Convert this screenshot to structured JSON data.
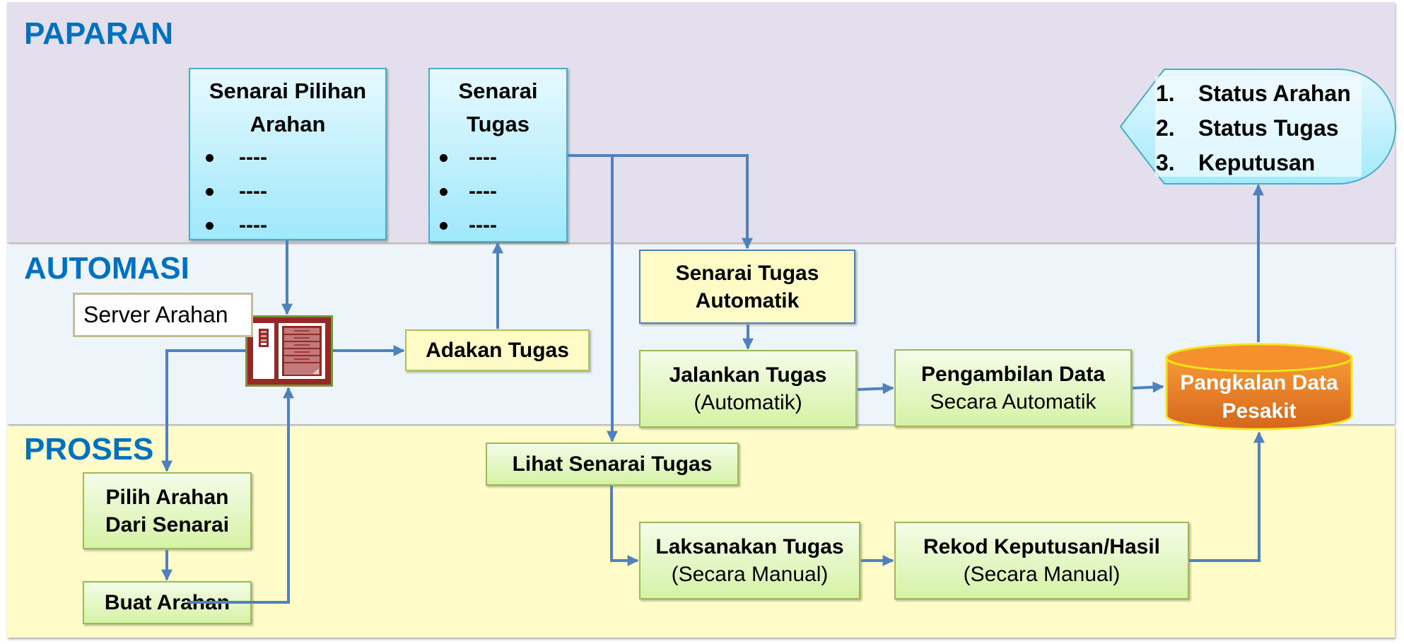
{
  "lanes": {
    "paparan": "PAPARAN",
    "automasi": "AUTOMASI",
    "proses": "PROSES"
  },
  "paparan": {
    "senarai_pilihan_arahan": {
      "title_line1": "Senarai Pilihan",
      "title_line2": "Arahan",
      "items": [
        "----",
        "----",
        "----"
      ]
    },
    "senarai_tugas": {
      "title_line1": "Senarai",
      "title_line2": "Tugas",
      "items": [
        "----",
        "----",
        "----"
      ]
    },
    "status_display": {
      "items": [
        {
          "num": "1.",
          "label": "Status Arahan"
        },
        {
          "num": "2.",
          "label": "Status Tugas"
        },
        {
          "num": "3.",
          "label": "Keputusan"
        }
      ]
    }
  },
  "automasi": {
    "server_label": "Server Arahan",
    "adakan_tugas": "Adakan Tugas",
    "senarai_tugas_automatik": {
      "line1": "Senarai Tugas",
      "line2": "Automatik"
    },
    "jalankan_tugas": {
      "line1": "Jalankan Tugas",
      "line2": "(Automatik)"
    },
    "pengambilan_data": {
      "line1": "Pengambilan Data",
      "line2": "Secara Automatik"
    },
    "database": {
      "line1": "Pangkalan Data",
      "line2": "Pesakit"
    }
  },
  "proses": {
    "pilih_arahan": {
      "line1": "Pilih Arahan",
      "line2": "Dari Senarai"
    },
    "buat_arahan": "Buat Arahan",
    "lihat_senarai_tugas": "Lihat Senarai Tugas",
    "laksanakan_tugas": {
      "line1": "Laksanakan Tugas",
      "line2": "(Secara Manual)"
    },
    "rekod_keputusan": {
      "line1": "Rekod Keputusan/Hasil",
      "line2": "(Secara Manual)"
    }
  },
  "colors": {
    "lane_title": "#0070c0",
    "connector": "#4f81bd",
    "database_fill": "#e57c24",
    "database_border": "#f2e51a",
    "server_red": "#962828",
    "server_frame": "#77933c"
  }
}
